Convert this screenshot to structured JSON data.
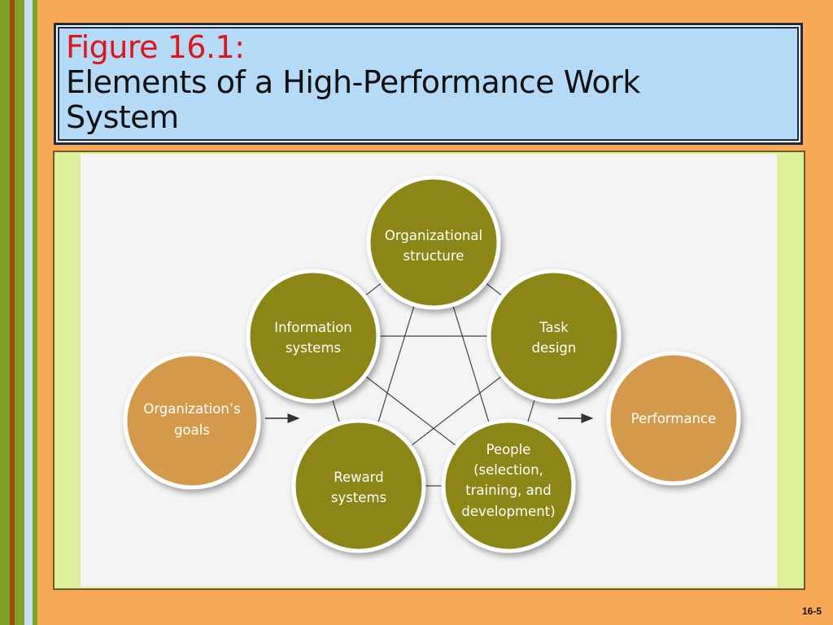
{
  "slide": {
    "title_line1": "Figure 16.1:",
    "title_line2": "Elements of a High-Performance Work",
    "title_line3": "System",
    "page_number": "16-5"
  },
  "diagram": {
    "nodes": {
      "org_structure": [
        "Organizational",
        "structure"
      ],
      "info_systems": [
        "Information",
        "systems"
      ],
      "task_design": [
        "Task",
        "design"
      ],
      "reward_systems": [
        "Reward",
        "systems"
      ],
      "people": [
        "People",
        "(selection,",
        "training, and",
        "development)"
      ],
      "org_goals": [
        "Organization’s",
        "goals"
      ],
      "performance": [
        "Performance"
      ]
    },
    "colors": {
      "core_node": "#8b8614",
      "outer_node": "#d49a4c",
      "title_red": "#e0141c",
      "title_box": "#b4daf6",
      "background": "#f7a955"
    }
  }
}
